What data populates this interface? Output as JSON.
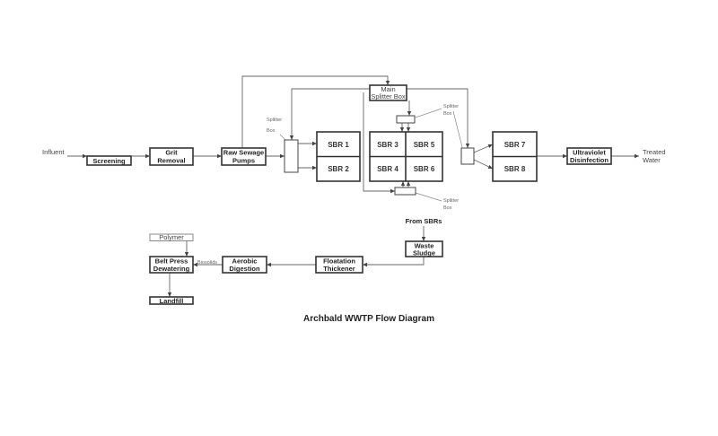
{
  "title": "Archbald WWTP Flow Diagram",
  "labels": {
    "influent": "Influent",
    "treated_water_1": "Treated",
    "treated_water_2": "Water",
    "splitter_box_1": "Splitter",
    "splitter_box_2": "Box",
    "from_sbrs": "From SBRs",
    "biosolids": "Biosolids"
  },
  "process": {
    "screening": "Screening",
    "grit_1": "Grit",
    "grit_2": "Removal",
    "pumps_1": "Raw Sewage",
    "pumps_2": "Pumps",
    "main_splitter_1": "Main",
    "main_splitter_2": "Splitter Box",
    "sbr1": "SBR 1",
    "sbr2": "SBR 2",
    "sbr3": "SBR 3",
    "sbr4": "SBR 4",
    "sbr5": "SBR 5",
    "sbr6": "SBR 6",
    "sbr7": "SBR 7",
    "sbr8": "SBR 8",
    "uv_1": "Ultraviolet",
    "uv_2": "Disinfection"
  },
  "sludge": {
    "waste_1": "Waste",
    "waste_2": "Sludge",
    "floatation_1": "Floatation",
    "floatation_2": "Thickener",
    "aerobic_1": "Aerobic",
    "aerobic_2": "Digestion",
    "belt_1": "Belt Press",
    "belt_2": "Dewatering",
    "polymer": "Polymer",
    "landfill": "Landfill"
  }
}
